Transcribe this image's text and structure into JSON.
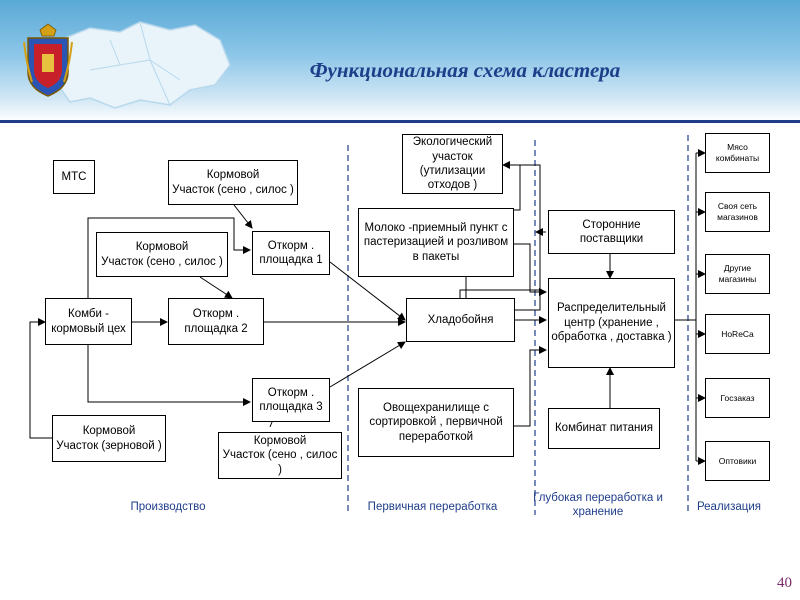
{
  "title": "Функциональная схема кластера",
  "page_number": "40",
  "boxes": {
    "mts": "МТС",
    "kormovoy_top": "Кормовой\nУчасток (сено , силос )",
    "kormovoy_mid": "Кормовой\nУчасток (сено , силос )",
    "otkorm1": "Откорм .\nплощадка 1",
    "kombi": "Комби -\nкормовый цех",
    "otkorm2": "Откорм .\nплощадка 2",
    "otkorm3": "Откорм .\nплощадка 3",
    "kormovoy_grain": "Кормовой\nУчасток (зерновой )",
    "kormovoy_bottom": "Кормовой\nУчасток (сено , силос )",
    "eco": "Экологический\nучасток (утилизации\nотходов )",
    "moloko": "Молоко -приемный пункт с\nпастеризацией и розливом\nв пакеты",
    "hladoboinya": "Хладобойня",
    "ovosch": "Овощехранилище с\nсортировкой , первичной\nпереработкой",
    "storonnie": "Сторонние\nпоставщики",
    "raspred": "Распределительный\nцентр (хранение ,\nобработка , доставка )",
    "kombinat": "Комбинат питания",
    "myaso": "Мясо\nкомбинаты",
    "svoya": "Своя сеть\nмагазинов",
    "drugie": "Другие\nмагазины",
    "horeca": "HoReCa",
    "goszakaz": "Госзаказ",
    "optoviki": "Оптовики"
  },
  "sections": {
    "proizvodstvo": "Производство",
    "pervichnaya": "Первичная переработка",
    "glubokaya": "Глубокая переработка и\nхранение",
    "realizaciya": "Реализация"
  },
  "colors": {
    "header": "#5aa9d6",
    "title": "#1f3e8a",
    "divider": "#1f3e8a",
    "page_number": "#7a2a6a"
  }
}
